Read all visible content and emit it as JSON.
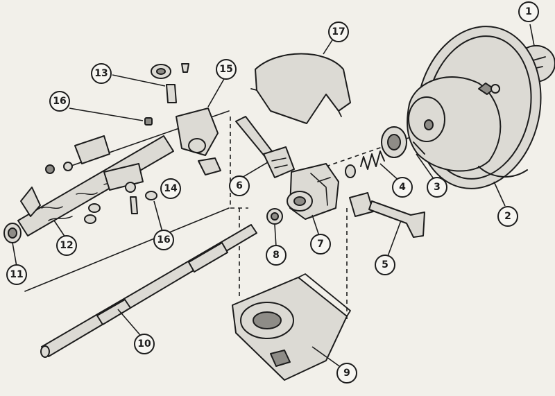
{
  "diagram": {
    "callouts": [
      {
        "id": "c1",
        "label": "1"
      },
      {
        "id": "c2",
        "label": "2"
      },
      {
        "id": "c3",
        "label": "3"
      },
      {
        "id": "c4",
        "label": "4"
      },
      {
        "id": "c5",
        "label": "5"
      },
      {
        "id": "c6",
        "label": "6"
      },
      {
        "id": "c7",
        "label": "7"
      },
      {
        "id": "c8",
        "label": "8"
      },
      {
        "id": "c9",
        "label": "9"
      },
      {
        "id": "c10",
        "label": "10"
      },
      {
        "id": "c11",
        "label": "11"
      },
      {
        "id": "c12",
        "label": "12"
      },
      {
        "id": "c13",
        "label": "13"
      },
      {
        "id": "c14",
        "label": "14"
      },
      {
        "id": "c15",
        "label": "15"
      },
      {
        "id": "c16a",
        "label": "16"
      },
      {
        "id": "c16b",
        "label": "16"
      },
      {
        "id": "c17",
        "label": "17"
      }
    ],
    "colors": {
      "ink": "#1c1c1c",
      "paper": "#f2f0ea",
      "shade": "#8e8c87"
    }
  }
}
